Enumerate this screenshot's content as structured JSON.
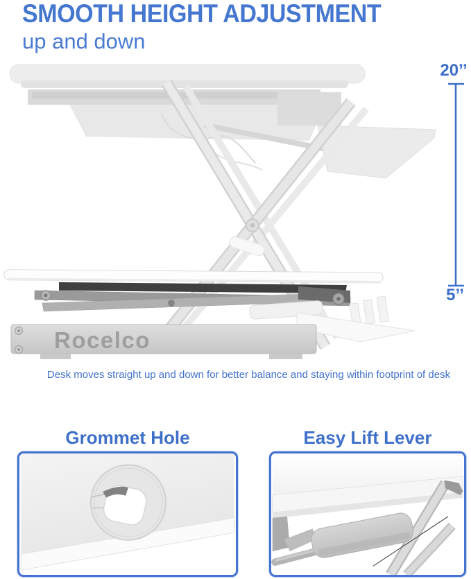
{
  "header": {
    "title": "SMOOTH HEIGHT ADJUSTMENT",
    "subtitle": "up and down"
  },
  "measurement": {
    "max_height": "20’’",
    "min_height": "5’’"
  },
  "product": {
    "brand": "Rocelco"
  },
  "caption": "Desk moves straight up and down for better balance and staying within footprint of desk",
  "features": [
    {
      "label": "Grommet Hole"
    },
    {
      "label": "Easy Lift Lever"
    }
  ],
  "colors": {
    "accent_blue": "#4573CF",
    "brand_text_gray": "#9E9E9E",
    "ghost_gray": "#D9D9D9",
    "base_gray": "#D3D3D3",
    "dark_mechanism": "#3F3F3F"
  }
}
